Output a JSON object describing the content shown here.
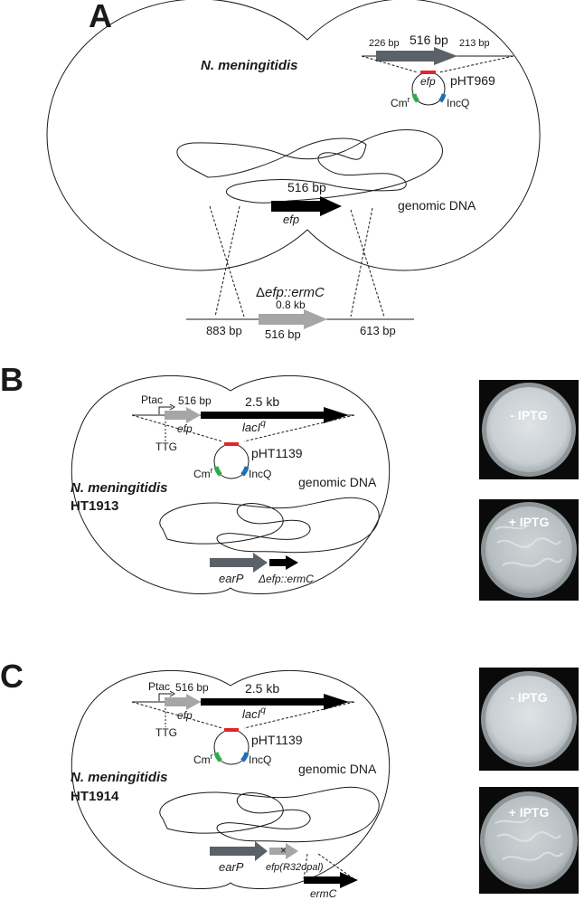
{
  "panels": {
    "a": {
      "label": "A",
      "organism": "N. meningitidis",
      "plasmid_insert": {
        "left_flank": "226 bp",
        "gene_len": "516 bp",
        "right_flank": "213 bp",
        "gene": "efp"
      },
      "plasmid": {
        "name": "pHT969",
        "marker": "Cm",
        "marker_sup": "r",
        "replicon": "IncQ"
      },
      "genomic_label": "genomic DNA",
      "genomic_gene": {
        "length": "516 bp",
        "name": "efp"
      },
      "deletion": {
        "title_prefix": "Δ",
        "title_rest": "efp::ermC",
        "cassette": "0.8 kb",
        "left_flank": "883 bp",
        "gene_len": "516 bp",
        "right_flank": "613 bp"
      }
    },
    "b": {
      "label": "B",
      "organism": "N. meningitidis",
      "strain": "HT1913",
      "promoter": "Ptac",
      "codon": "TTG",
      "efp_len": "516 bp",
      "efp": "efp",
      "laci_len": "2.5 kb",
      "laci": "lacI",
      "laci_sup": "q",
      "plasmid": {
        "name": "pHT1139",
        "marker": "Cm",
        "marker_sup": "r",
        "replicon": "IncQ"
      },
      "genomic_label": "genomic DNA",
      "earP": "earP",
      "deletion": "Δefp::ermC",
      "plates": [
        {
          "label": "- IPTG"
        },
        {
          "label": "+ IPTG"
        }
      ]
    },
    "c": {
      "label": "C",
      "organism": "N. meningitidis",
      "strain": "HT1914",
      "promoter": "Ptac",
      "codon": "TTG",
      "efp_len": "516 bp",
      "efp": "efp",
      "laci_len": "2.5 kb",
      "laci": "lacI",
      "laci_sup": "q",
      "plasmid": {
        "name": "pHT1139",
        "marker": "Cm",
        "marker_sup": "r",
        "replicon": "IncQ"
      },
      "genomic_label": "genomic DNA",
      "earP": "earP",
      "mutant": "efp(R32opal)",
      "ermC": "ermC",
      "plates": [
        {
          "label": "- IPTG"
        },
        {
          "label": "+ IPTG"
        }
      ]
    }
  },
  "colors": {
    "outline": "#1a1a1a",
    "light_gene": "#a6a6a6",
    "dark_gene": "#5a6168",
    "black_gene": "#000000",
    "red_mark": "#e0262a",
    "green_mark": "#2eaa4a",
    "blue_mark": "#1f6fb5",
    "plate_bg": "#0a0a0a",
    "plate_agar": "#cfd4d7"
  },
  "icons": [
    "petri-dish-icon",
    "arrow-icon",
    "plasmid-icon"
  ]
}
